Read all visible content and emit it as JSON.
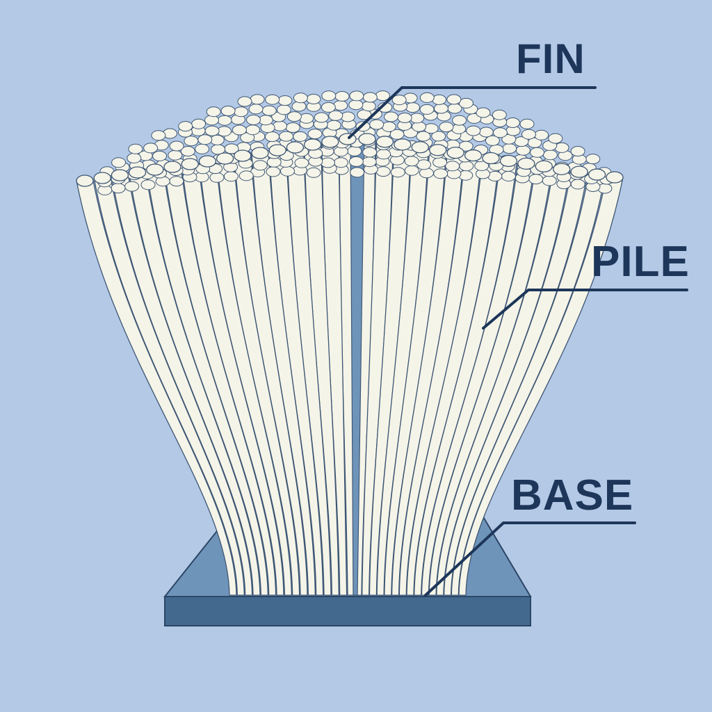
{
  "labels": {
    "fin": "FIN",
    "pile": "PILE",
    "base": "BASE"
  },
  "colors": {
    "background": "#b3c9e6",
    "fiber_fill": "#f5f4e8",
    "fiber_outline": "#3d5674",
    "base_top": "#6f94ba",
    "base_front": "#44698f",
    "fin": "#6f94ba",
    "label_text": "#1d3659"
  }
}
